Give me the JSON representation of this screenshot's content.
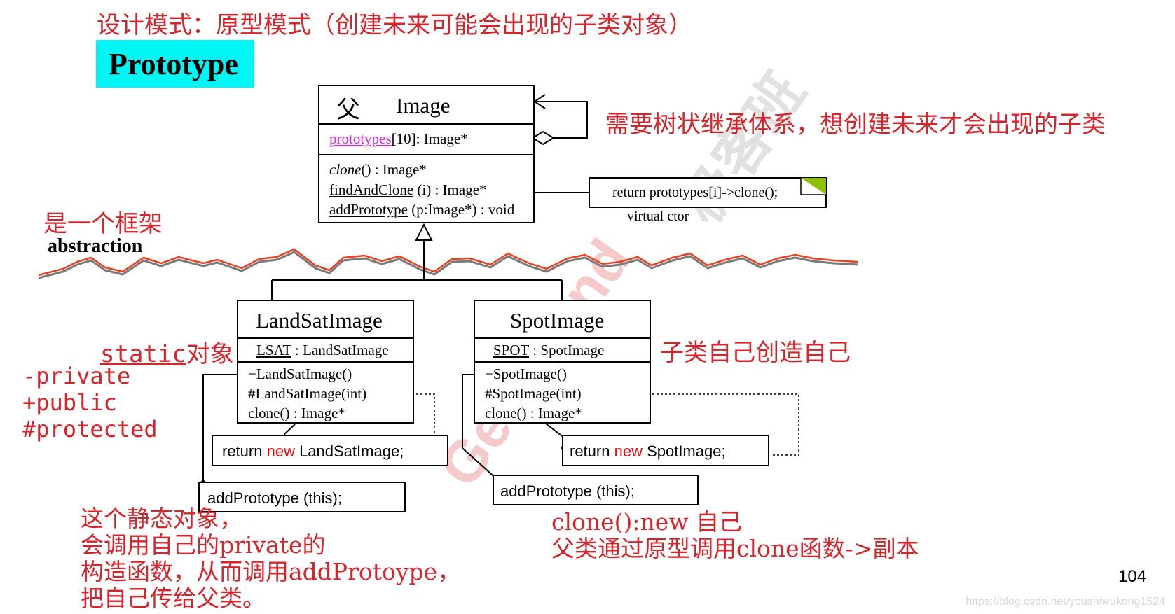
{
  "title": "设计模式：原型模式（创建未来可能会出现的子类对象）",
  "pattern_name": "Prototype",
  "image_class": {
    "marker": "父",
    "name": "Image",
    "attribute": {
      "name": "prototypes",
      "rest": "[10]: Image*"
    },
    "methods": {
      "clone": {
        "name": "clone",
        "rest": "() : Image*"
      },
      "find": {
        "name": "findAndClone",
        "rest": " (i) : Image*"
      },
      "add": {
        "name": "addPrototype",
        "rest": " (p:Image*) : void"
      }
    }
  },
  "note_return": "return prototypes[i]->clone();",
  "note_virtual_ctor": "virtual ctor",
  "annotation_tree": "需要树状继承体系，想创建未来才会出现的子类",
  "annotation_framework": "是一个框架",
  "abstraction": "abstraction",
  "landsat": {
    "name": "LandSatImage",
    "attr_name": "LSAT",
    "attr_rest": " : LandSatImage",
    "ctor_private": "−LandSatImage()",
    "ctor_protected": "#LandSatImage(int)",
    "clone": "clone() : Image*",
    "code_return_pre": "return ",
    "code_new": "new",
    "code_return_post": " LandSatImage;",
    "code_add": "addPrototype (this);"
  },
  "spot": {
    "name": "SpotImage",
    "attr_name": "SPOT",
    "attr_rest": " : SpotImage",
    "ctor_private": "−SpotImage()",
    "ctor_protected": "#SpotImage(int)",
    "clone": "clone() : Image*",
    "code_return_pre": "return ",
    "code_new": "new",
    "code_return_post": " SpotImage;",
    "code_add": "addPrototype (this);"
  },
  "annotation_static": {
    "mono": "static",
    "cn": "对象"
  },
  "visibility_legend": [
    "-private",
    "+public",
    "#protected"
  ],
  "annotation_self_create": "子类自己创造自己",
  "annotation_static_explain": [
    "这个静态对象，",
    "会调用自己的private的",
    "构造函数，从而调用addProtoype，",
    "把自己传给父类。"
  ],
  "annotation_clone": [
    "clone():new 自己",
    "父类通过原型调用clone函数->副本"
  ],
  "page_number": "104",
  "watermark_geek": "Geekband",
  "watermark_cn": "极客班",
  "footer_url": "https://blog.csdn.net/youshiwukong1524",
  "colors": {
    "annotation": "#d9232b",
    "highlight": "#00f5f5",
    "keyword_new": "#e01010",
    "prototypes_attr": "#e020e0",
    "wave": "#e84020"
  }
}
